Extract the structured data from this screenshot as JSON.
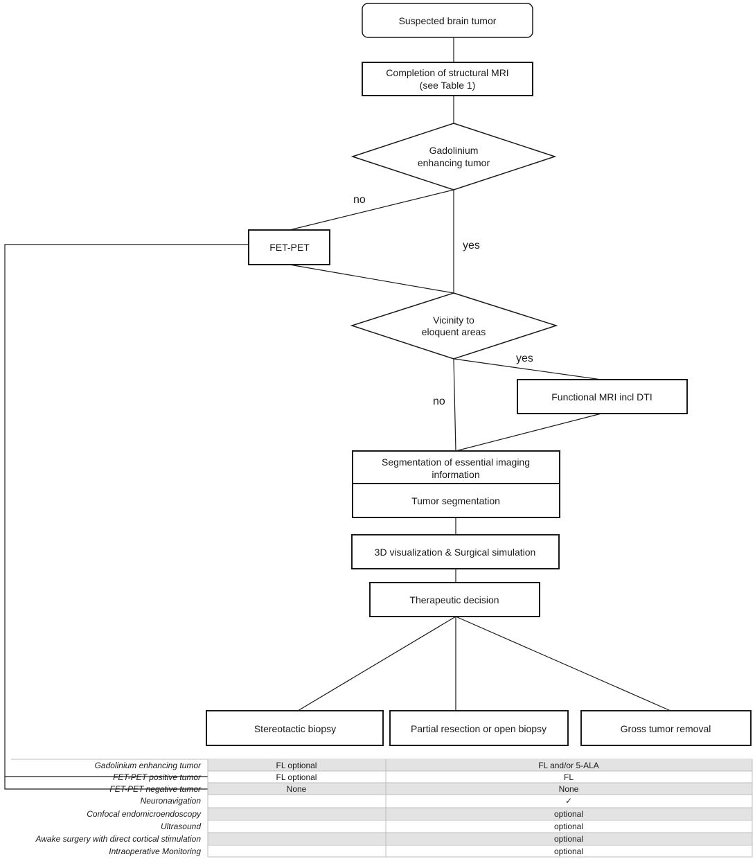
{
  "flowchart": {
    "nodes": {
      "suspected": "Suspected brain tumor",
      "mri_line1": "Completion of structural MRI",
      "mri_line2": "(see Table 1)",
      "gado_line1": "Gadolinium",
      "gado_line2": "enhancing tumor",
      "fetpet": "FET-PET",
      "vicinity_line1": "Vicinity to",
      "vicinity_line2": "eloquent areas",
      "fmri": "Functional MRI incl DTI",
      "seg_line1": "Segmentation of essential imaging",
      "seg_line2": "information",
      "tumor_seg": "Tumor segmentation",
      "viz": "3D visualization & Surgical simulation",
      "decision": "Therapeutic decision",
      "biopsy": "Stereotactic biopsy",
      "partial": "Partial resection or open biopsy",
      "gross": "Gross tumor removal"
    },
    "edge_labels": {
      "gado_no": "no",
      "gado_yes": "yes",
      "vicinity_yes": "yes",
      "vicinity_no": "no"
    }
  },
  "table": {
    "rows": [
      {
        "label": "Gadolinium enhancing tumor",
        "col1": "FL optional",
        "col2": "FL and/or 5-ALA"
      },
      {
        "label": "FET-PET positive tumor",
        "col1": "FL optional",
        "col2": "FL"
      },
      {
        "label": "FET-PET negative tumor",
        "col1": "None",
        "col2": "None"
      },
      {
        "label": "Neuronavigation",
        "col1": "",
        "col2": "✓"
      },
      {
        "label": "Confocal endomicroendoscopy",
        "col1": "",
        "col2": "optional"
      },
      {
        "label": "Ultrasound",
        "col1": "",
        "col2": "optional"
      },
      {
        "label": "Awake surgery with direct cortical stimulation",
        "col1": "",
        "col2": "optional"
      },
      {
        "label": "Intraoperative Monitoring",
        "col1": "",
        "col2": "optional"
      }
    ]
  },
  "colors": {
    "stroke": "#1a1a1a",
    "table_shade": "#e3e3e3",
    "table_line": "#bdbdbd"
  }
}
